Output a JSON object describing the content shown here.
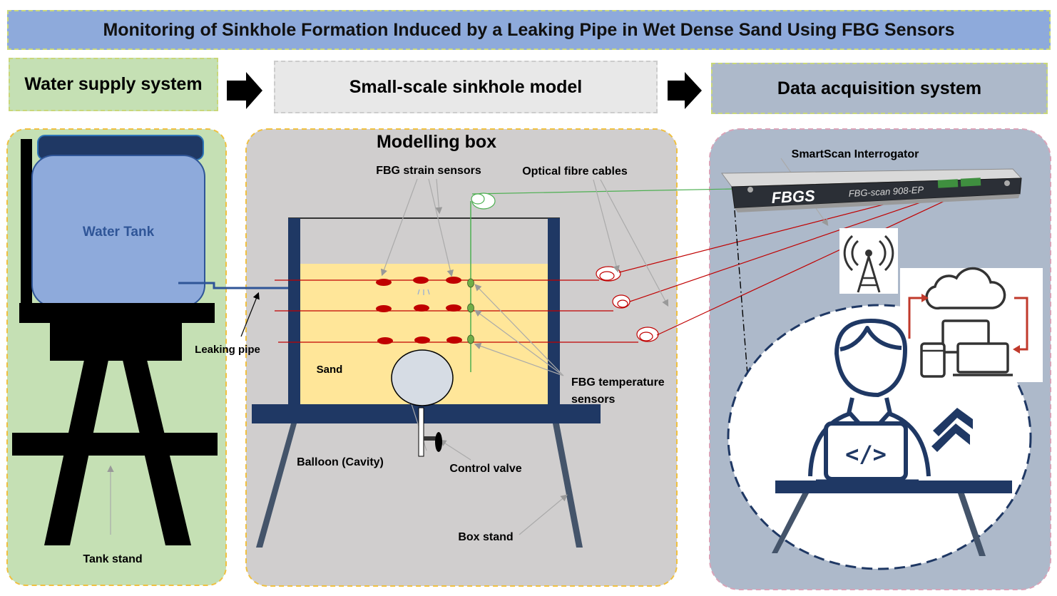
{
  "title": "Monitoring of Sinkhole Formation Induced by a Leaking Pipe in Wet Dense Sand Using FBG Sensors",
  "headers": {
    "water_supply": "Water supply system",
    "sinkhole_model": "Small-scale sinkhole model",
    "data_acquisition": "Data acquisition system"
  },
  "water_panel": {
    "tank_label": "Water Tank",
    "leaking_pipe": "Leaking pipe",
    "tank_stand": "Tank stand"
  },
  "model_panel": {
    "box_title": "Modelling box",
    "strain_sensors": "FBG strain sensors",
    "fibre_cables": "Optical fibre cables",
    "sand": "Sand",
    "temp_sensors_line1": "FBG temperature",
    "temp_sensors_line2": "sensors",
    "balloon": "Balloon (Cavity)",
    "control_valve": "Control valve",
    "box_stand": "Box stand"
  },
  "daq_panel": {
    "interrogator": "SmartScan Interrogator",
    "brand": "FBGS",
    "model": "FBG-scan 908-EP",
    "code_symbol": "</>"
  },
  "colors": {
    "title_bg": "#8eaadb",
    "water_bg": "#c5e0b4",
    "model_bg": "#d0cece",
    "daq_bg": "#adb9ca",
    "tank_fill": "#8eaadb",
    "sand_fill": "#ffe699",
    "steel": "#1f3864",
    "sensor_red": "#c00000",
    "fibre_green": "#4caf50"
  }
}
